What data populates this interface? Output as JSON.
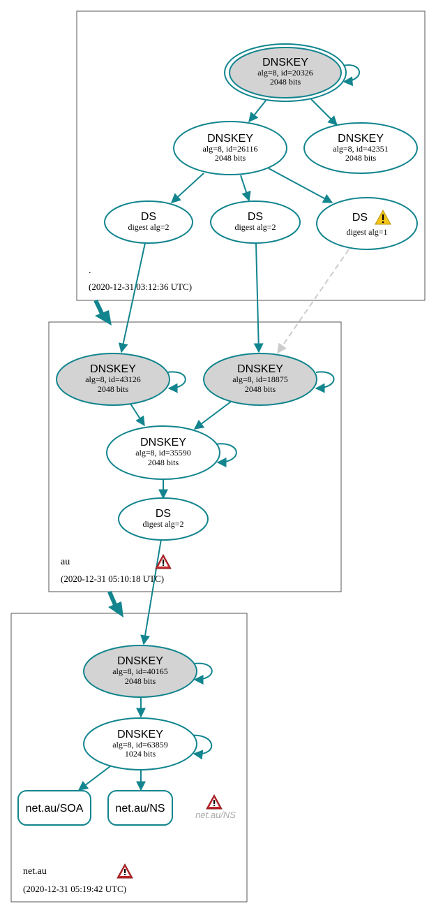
{
  "zones": {
    "root": {
      "name": ".",
      "timestamp": "(2020-12-31 03:12:36 UTC)"
    },
    "au": {
      "name": "au",
      "timestamp": "(2020-12-31 05:10:18 UTC)"
    },
    "netau": {
      "name": "net.au",
      "timestamp": "(2020-12-31 05:19:42 UTC)"
    }
  },
  "nodes": {
    "root_ksk": {
      "title": "DNSKEY",
      "line1": "alg=8, id=20326",
      "line2": "2048 bits"
    },
    "root_zsk": {
      "title": "DNSKEY",
      "line1": "alg=8, id=26116",
      "line2": "2048 bits"
    },
    "root_key3": {
      "title": "DNSKEY",
      "line1": "alg=8, id=42351",
      "line2": "2048 bits"
    },
    "root_ds1": {
      "title": "DS",
      "line1": "digest alg=2"
    },
    "root_ds2": {
      "title": "DS",
      "line1": "digest alg=2"
    },
    "root_ds3": {
      "title": "DS",
      "line1": "digest alg=1"
    },
    "au_ksk1": {
      "title": "DNSKEY",
      "line1": "alg=8, id=43126",
      "line2": "2048 bits"
    },
    "au_ksk2": {
      "title": "DNSKEY",
      "line1": "alg=8, id=18875",
      "line2": "2048 bits"
    },
    "au_zsk": {
      "title": "DNSKEY",
      "line1": "alg=8, id=35590",
      "line2": "2048 bits"
    },
    "au_ds": {
      "title": "DS",
      "line1": "digest alg=2"
    },
    "net_ksk": {
      "title": "DNSKEY",
      "line1": "alg=8, id=40165",
      "line2": "2048 bits"
    },
    "net_zsk": {
      "title": "DNSKEY",
      "line1": "alg=8, id=63859",
      "line2": "1024 bits"
    },
    "net_soa": {
      "title": "net.au/SOA"
    },
    "net_ns": {
      "title": "net.au/NS"
    },
    "net_ns_ghost": {
      "title": "net.au/NS"
    }
  },
  "colors": {
    "edge": "#12858e",
    "ksk_fill": "#d3d3d3",
    "warning_yellow": "#f5c518",
    "error_red": "#c0282d",
    "dashed_edge": "#cccccc"
  },
  "icons": {
    "warning": "warning-triangle-icon",
    "error": "error-triangle-icon"
  }
}
